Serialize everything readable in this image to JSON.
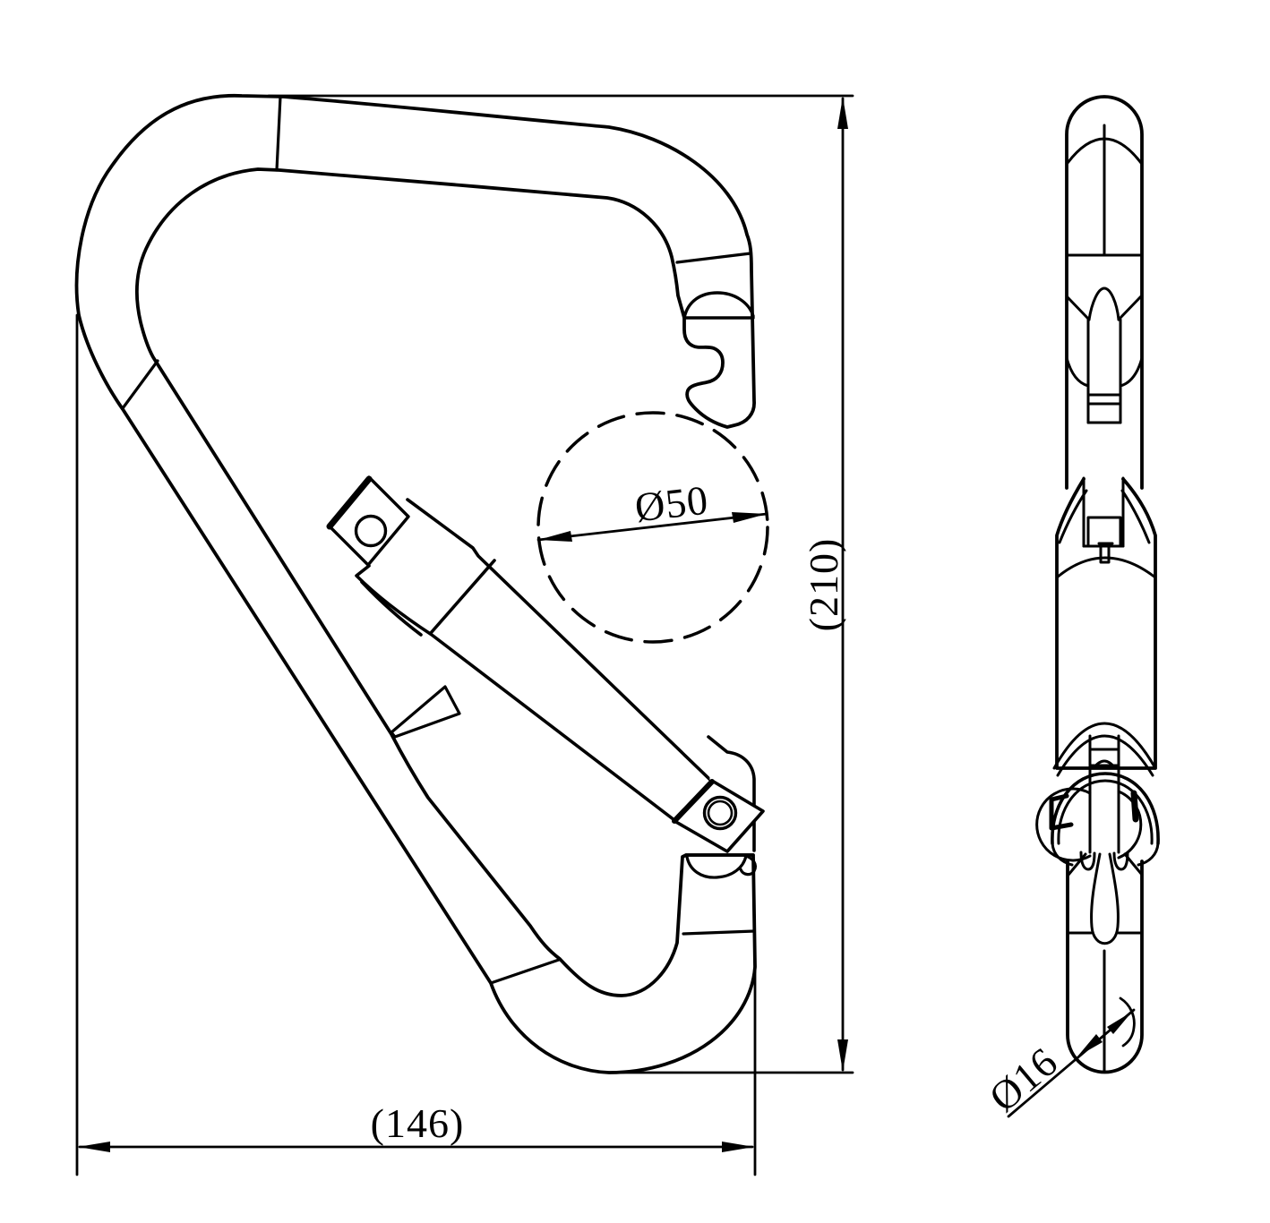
{
  "drawing": {
    "kind": "technical-drawing",
    "subject": "twist-lock scaffold hook carabiner, front and side views",
    "colors": {
      "line": "#000000",
      "background": "#ffffff"
    },
    "dimensions": {
      "overall_width": {
        "label": "(146)"
      },
      "overall_height": {
        "label": "(210)"
      },
      "gate_opening": {
        "label": "Ø50"
      },
      "bar_diameter": {
        "label": "Ø16"
      }
    }
  }
}
